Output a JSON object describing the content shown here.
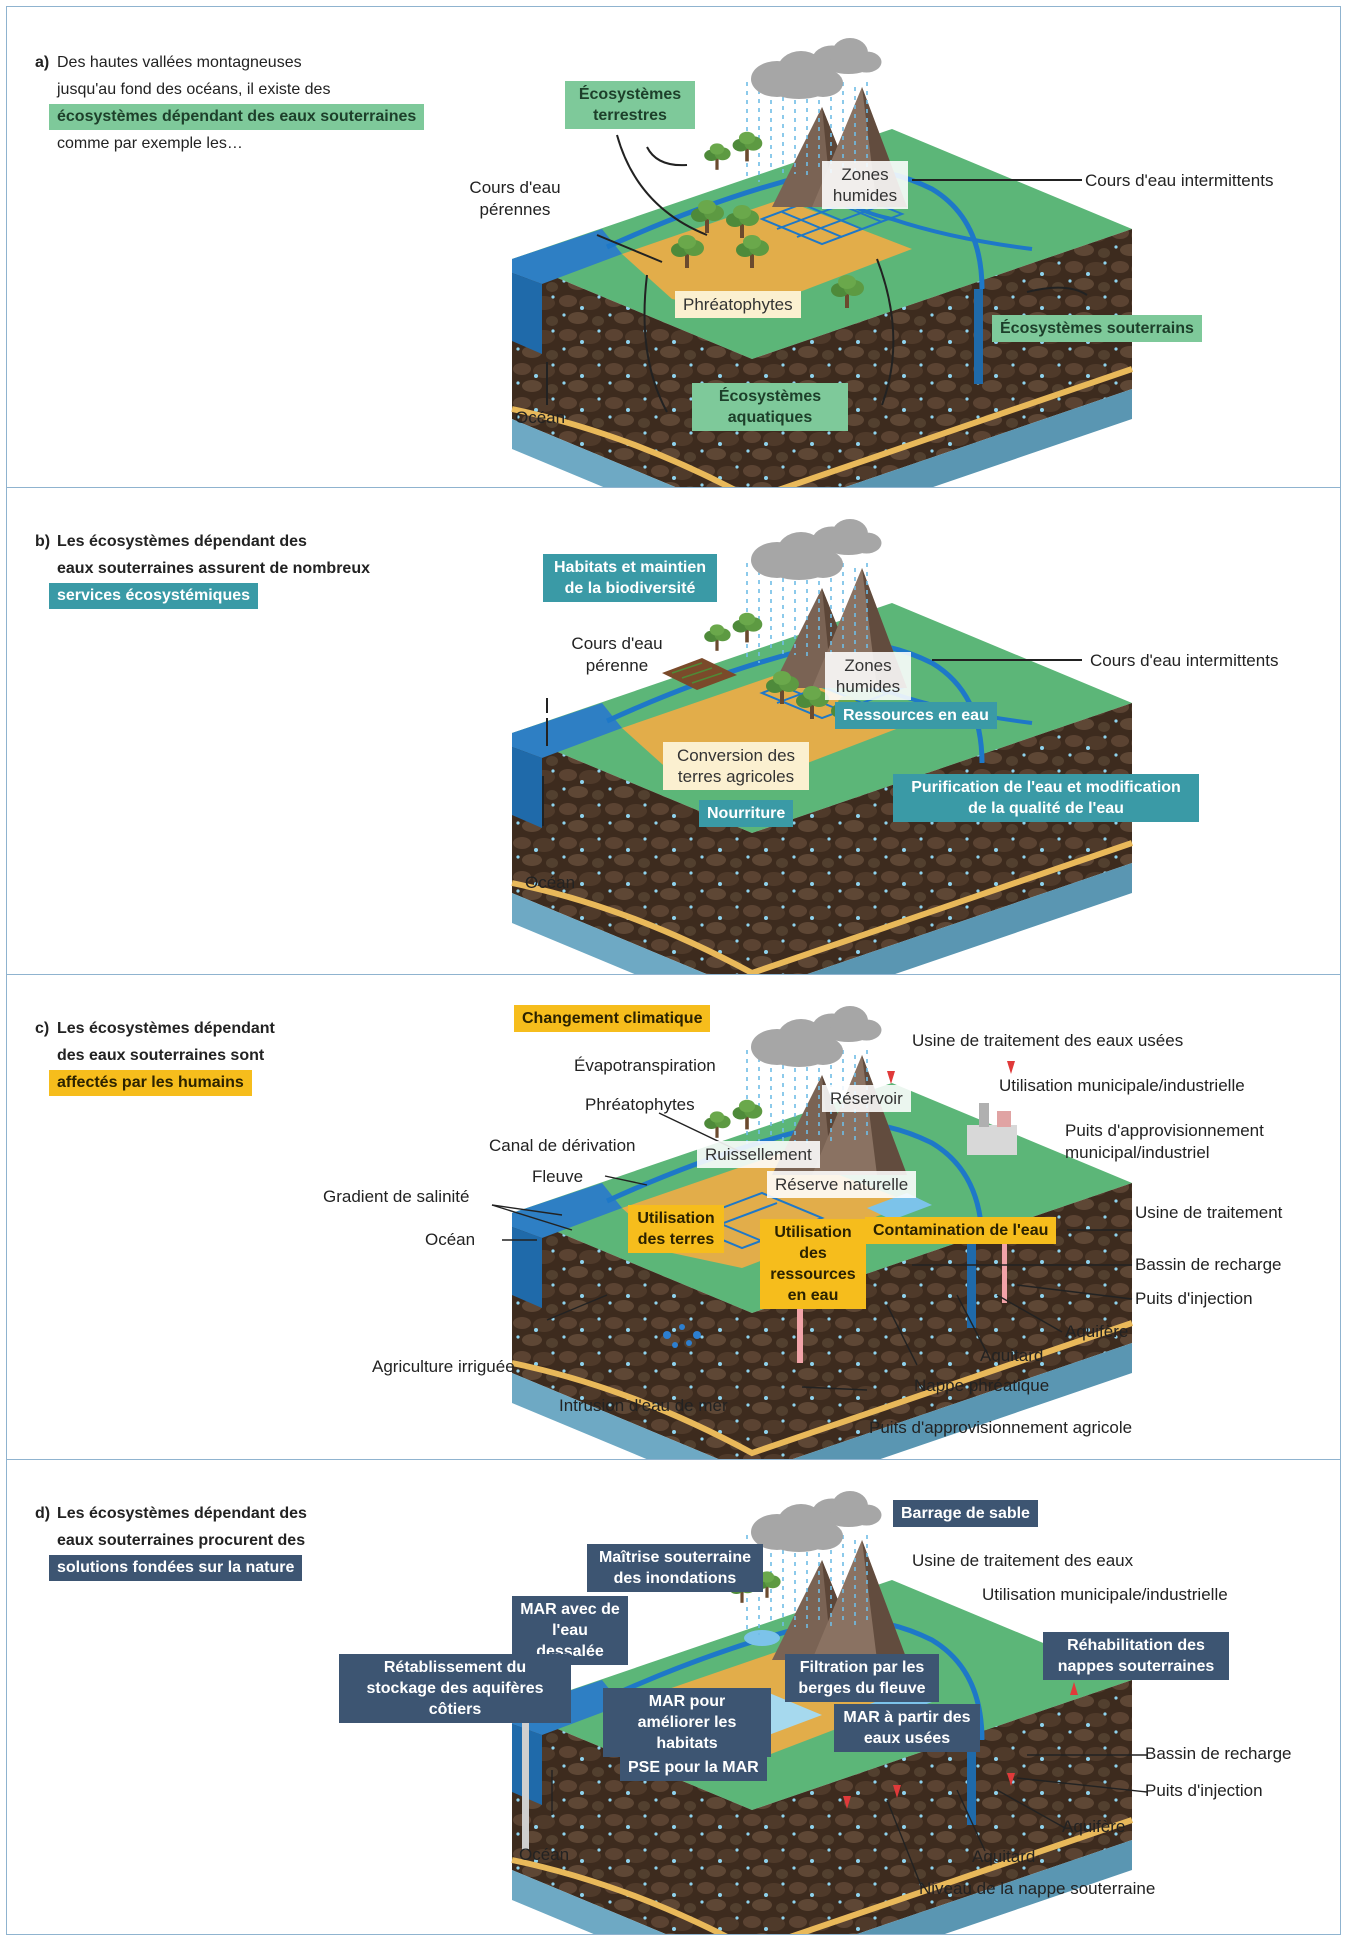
{
  "panel_a": {
    "letter": "a)",
    "intro_line1": "Des hautes vallées montagneuses",
    "intro_line2": "jusqu'au fond des océans, il existe des",
    "intro_highlight": "écosystèmes dépendant des eaux souterraines",
    "intro_line4": "comme par exemple les…",
    "tag_terrestres": "Écosystèmes terrestres",
    "tag_souterrains": "Écosystèmes souterrains",
    "tag_aquatiques": "Écosystèmes aquatiques",
    "label_zones_humides": "Zones humides",
    "label_phreatophytes": "Phréatophytes",
    "label_cours_perennes": "Cours d'eau pérennes",
    "label_cours_intermittents": "Cours d'eau intermittents",
    "label_ocean": "Océan"
  },
  "panel_b": {
    "letter": "b)",
    "intro_line1": "Les écosystèmes dépendant des",
    "intro_line2": "eaux souterraines assurent de nombreux",
    "intro_highlight": "services écosystémiques",
    "tag_habitats": "Habitats et maintien de la biodiversité",
    "tag_ressources": "Ressources en eau",
    "tag_nourriture": "Nourriture",
    "tag_purification": "Purification de l'eau et modification de la qualité de l'eau",
    "label_zones_humides": "Zones humides",
    "label_conversion": "Conversion des terres agricoles",
    "label_cours_perenne": "Cours d'eau pérenne",
    "label_cours_intermittents": "Cours d'eau intermittents",
    "label_ocean": "Océan"
  },
  "panel_c": {
    "letter": "c)",
    "intro_line1": "Les écosystèmes dépendant",
    "intro_line2": "des eaux souterraines sont",
    "intro_highlight": "affectés par les humains",
    "tag_climat": "Changement climatique",
    "tag_terres": "Utilisation des terres",
    "tag_ressources": "Utilisation des ressources en eau",
    "tag_contamination": "Contamination de l'eau",
    "labels": {
      "evapo": "Évapotranspiration",
      "phreato": "Phréatophytes",
      "reservoir": "Réservoir",
      "usine_usees": "Usine de traitement des eaux usées",
      "muni": "Utilisation municipale/industrielle",
      "puits_appro": "Puits d'approvisionnement municipal/industriel",
      "canal": "Canal de dérivation",
      "ruissellement": "Ruissellement",
      "fleuve": "Fleuve",
      "reserve": "Réserve naturelle",
      "salinite": "Gradient de salinité",
      "ocean": "Océan",
      "usine_traitement": "Usine de traitement",
      "bassin": "Bassin de recharge",
      "injection": "Puits d'injection",
      "aquifere": "Aquifère",
      "aquitard": "Aquitard",
      "agri_irriguee": "Agriculture irriguée",
      "nappe": "Nappe phréatique",
      "intrusion": "Intrusion d'eau de mer",
      "puits_agri": "Puits d'approvisionnement agricole"
    }
  },
  "panel_d": {
    "letter": "d)",
    "intro_line1": "Les écosystèmes dépendant des",
    "intro_line2": "eaux souterraines procurent des",
    "intro_highlight": "solutions fondées sur la nature",
    "tags": {
      "barrage": "Barrage de sable",
      "maitrise": "Maîtrise souterraine des inondations",
      "mar_dessalee": "MAR avec de l'eau dessalée",
      "retablissement": "Rétablissement du stockage des aquifères côtiers",
      "filtration": "Filtration par les berges du fleuve",
      "rehabilitation": "Réhabilitation des nappes souterraines",
      "mar_habitats": "MAR pour améliorer les habitats",
      "mar_usees": "MAR à partir des eaux usées",
      "pse": "PSE pour la MAR"
    },
    "labels": {
      "usine_eaux": "Usine de traitement des eaux",
      "muni": "Utilisation municipale/industrielle",
      "bassin": "Bassin de recharge",
      "injection": "Puits d'injection",
      "aquifere": "Aquifère",
      "aquitard": "Aquitard",
      "ocean": "Océan",
      "niveau": "Niveau de la nappe souterraine"
    }
  },
  "colors": {
    "green_tag": "#7ec99a",
    "teal_tag": "#3a9aa6",
    "yellow_tag": "#f6bd1c",
    "navy_tag": "#3d5572",
    "grass": "#5cb678",
    "soil": "#4a3626",
    "aquifer": "#e2ad4a",
    "water": "#1e78c8",
    "ocean": "#2e7fc4",
    "panel_border": "#8fb3cf"
  }
}
